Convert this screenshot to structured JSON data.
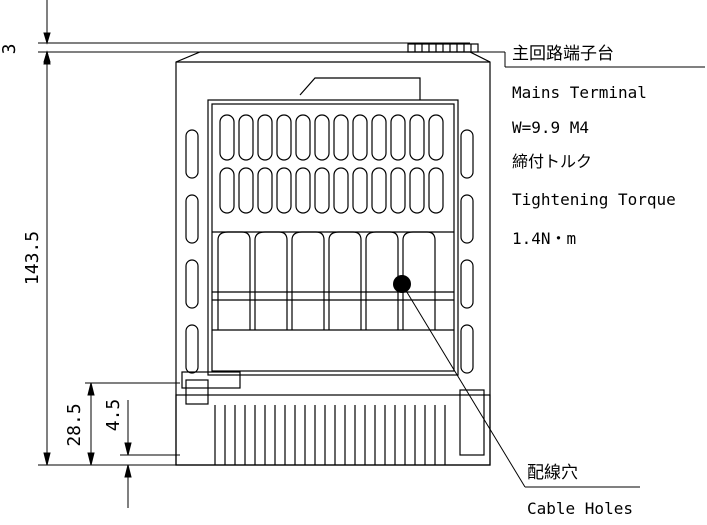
{
  "dimensions": {
    "top_offset": "3",
    "height": "143.5",
    "lower_offset": "28.5",
    "small_offset": "4.5"
  },
  "terminal_note": {
    "title": "主回路端子台",
    "name_en": "Mains Terminal",
    "spec": "W=9.9 M4",
    "torque_jp": "締付トルク",
    "torque_en": "Tightening Torque",
    "torque_value": "1.4N・m"
  },
  "cable_note": {
    "title": "配線穴",
    "name_en": "Cable Holes"
  }
}
